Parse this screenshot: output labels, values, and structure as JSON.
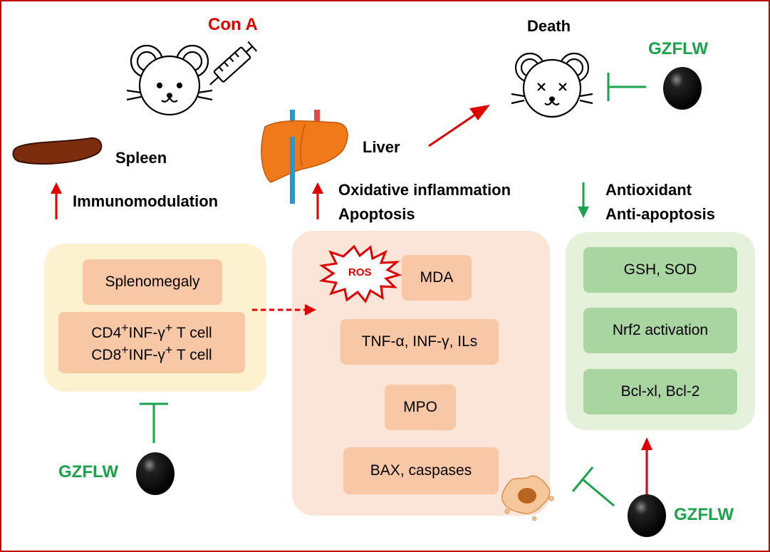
{
  "labels": {
    "con_a": "Con A",
    "death": "Death",
    "gzflw_top": "GZFLW",
    "spleen": "Spleen",
    "liver": "Liver",
    "immunomodulation": "Immunomodulation",
    "oxidative_inflammation": "Oxidative inflammation",
    "apoptosis": "Apoptosis",
    "antioxidant": "Antioxidant",
    "anti_apoptosis": "Anti-apoptosis",
    "gzflw_left": "GZFLW",
    "gzflw_right": "GZFLW",
    "ros": "ROS"
  },
  "spleen_panel": {
    "splenomegaly": "Splenomegaly",
    "tcell_line1_pre": "CD4",
    "tcell_line1_mid": "INF-γ",
    "tcell_line1_post": " T cell",
    "tcell_line2_pre": "CD8",
    "tcell_line2_mid": "INF-γ",
    "tcell_line2_post": " T cell",
    "sup": "+"
  },
  "liver_panel": {
    "mda": "MDA",
    "cytokines": "TNF-α, INF-γ, ILs",
    "mpo": "MPO",
    "bax": "BAX, caspases"
  },
  "antioxidant_panel": {
    "gsh_sod": "GSH, SOD",
    "nrf2": "Nrf2 activation",
    "bcl": "Bcl-xl, Bcl-2"
  },
  "colors": {
    "red": "#e00000",
    "green": "#1aa34a",
    "border": "#c00000",
    "spleen_panel": "#fdf2d0",
    "liver_panel": "#fbe5d8",
    "antioxidant_panel": "#e6f1dc",
    "peach_box": "#f8c8a6",
    "green_box": "#a9d5a0"
  }
}
